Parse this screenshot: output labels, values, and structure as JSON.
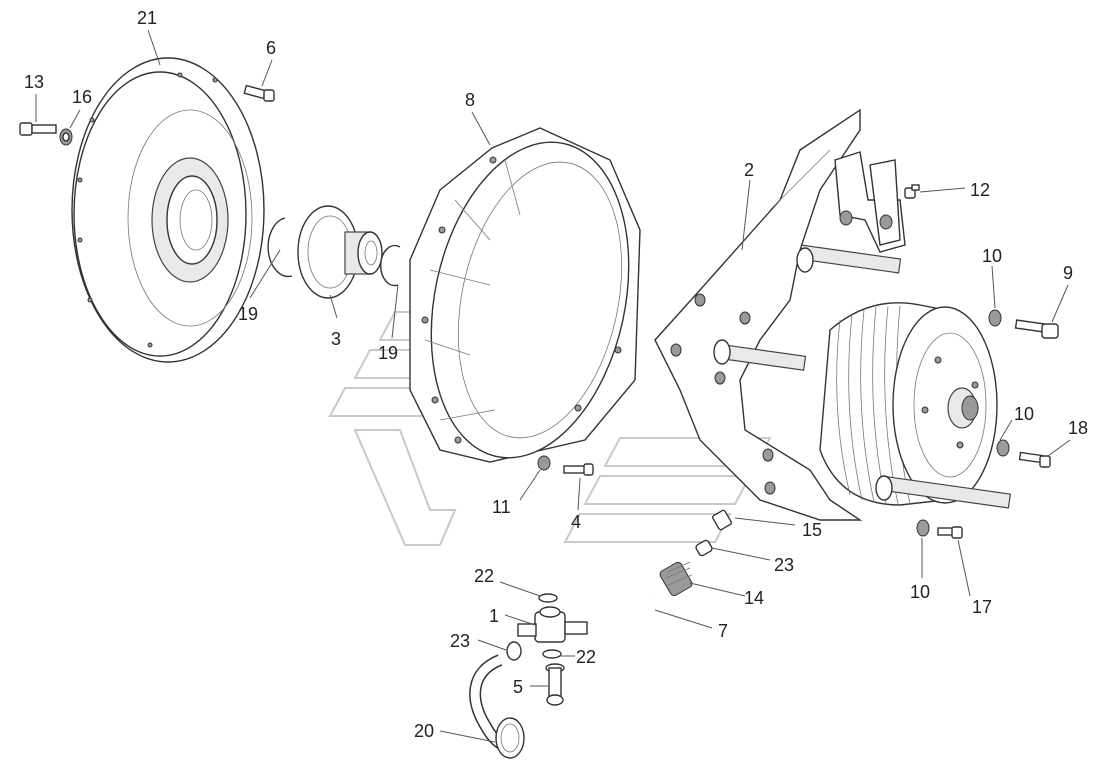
{
  "callouts": [
    "21",
    "6",
    "13",
    "16",
    "8",
    "2",
    "12",
    "10",
    "9",
    "19",
    "3",
    "19",
    "10",
    "18",
    "11",
    "4",
    "15",
    "23",
    "22",
    "14",
    "1",
    "7",
    "23",
    "22",
    "5",
    "10",
    "17",
    "20"
  ]
}
